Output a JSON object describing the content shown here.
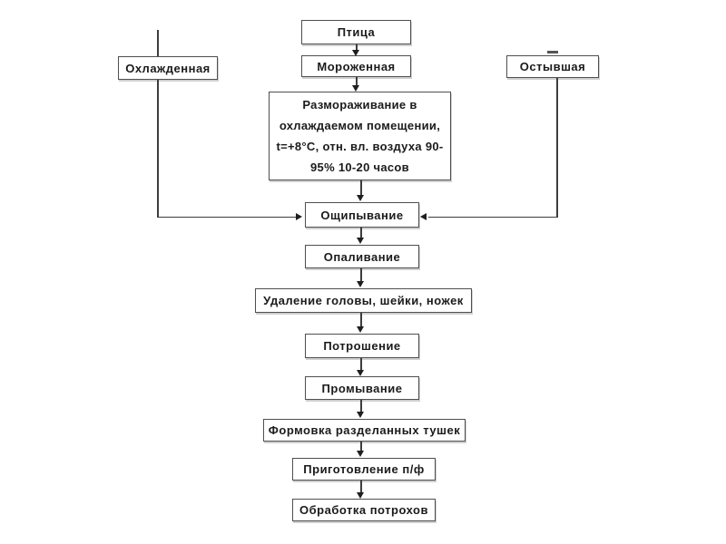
{
  "diagram": {
    "type": "flowchart",
    "language": "ru",
    "colors": {
      "background": "#ffffff",
      "box_fill": "#ffffff",
      "box_border": "#4f4f4f",
      "text": "#1b1b1b",
      "line": "#3d3d3d"
    },
    "nodes": {
      "ptica": "Птица",
      "ohlazhdennaya": "Охлажденная",
      "morozhennaya": "Мороженная",
      "ostyvshaya": "Остывшая",
      "razmorazhivanie": {
        "lines": [
          "Размораживание в",
          "охлаждаемом помещении,",
          "t=+8°С, отн. вл. воздуха 90-",
          "95% 10-20 часов"
        ]
      },
      "oschipyvanie": "Ощипывание",
      "opalivanie": "Опаливание",
      "udalenie": "Удаление головы, шейки, ножек",
      "potroshenie": "Потрошение",
      "promyvanie": "Промывание",
      "formovka": "Формовка разделанных тушек",
      "prigotovlenie": "Приготовление п/ф",
      "obrabotka": "Обработка потрохов"
    },
    "edges": [
      {
        "from": "ptica",
        "to": "morozhennaya"
      },
      {
        "from": "morozhennaya",
        "to": "razmorazhivanie"
      },
      {
        "from": "razmorazhivanie",
        "to": "oschipyvanie"
      },
      {
        "from": "ohlazhdennaya",
        "to": "oschipyvanie"
      },
      {
        "from": "ostyvshaya",
        "to": "oschipyvanie"
      },
      {
        "from": "oschipyvanie",
        "to": "opalivanie"
      },
      {
        "from": "opalivanie",
        "to": "udalenie"
      },
      {
        "from": "udalenie",
        "to": "potroshenie"
      },
      {
        "from": "potroshenie",
        "to": "promyvanie"
      },
      {
        "from": "promyvanie",
        "to": "formovka"
      },
      {
        "from": "formovka",
        "to": "prigotovlenie"
      },
      {
        "from": "prigotovlenie",
        "to": "obrabotka"
      }
    ]
  }
}
